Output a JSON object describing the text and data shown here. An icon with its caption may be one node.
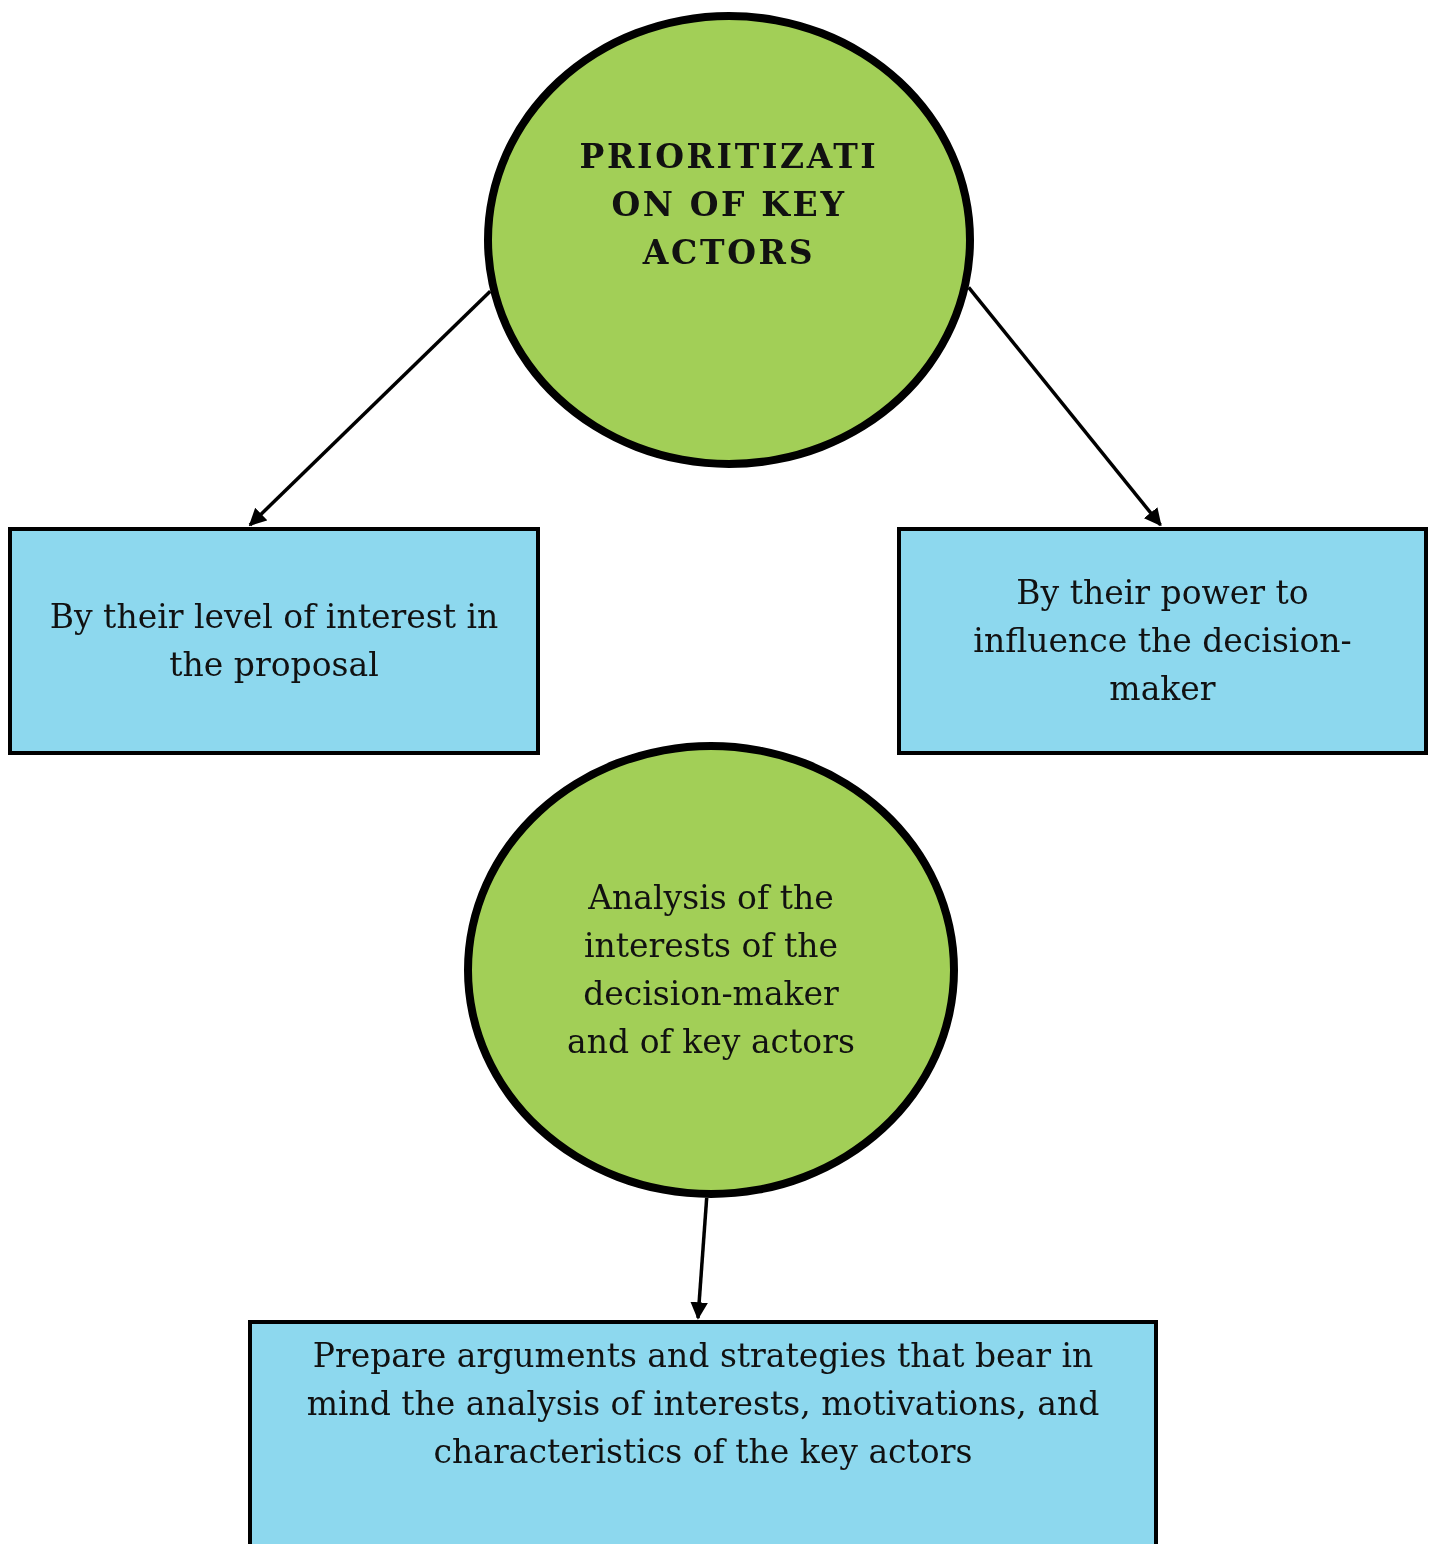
{
  "diagram": {
    "nodes": [
      {
        "text": [
          "PRIORITIZATION OF KEY ACTORS"
        ]
      },
      {
        "text": [
          "By their level of interest in the proposal"
        ]
      },
      {
        "text": [
          "By their power to influence the decision-maker"
        ]
      },
      {
        "text": [
          "Analysis of the interests of the decision-maker and of key actors"
        ]
      },
      {
        "text": [
          "Prepare arguments and strategies that bear in mind the analysis of interests, motivations, and characteristics of the key actors"
        ]
      }
    ],
    "edges": [
      {
        "from": 0,
        "to": 1,
        "arrow": "to"
      },
      {
        "from": 0,
        "to": 2,
        "arrow": "to"
      },
      {
        "from": 3,
        "to": 4,
        "arrow": "to"
      }
    ]
  }
}
